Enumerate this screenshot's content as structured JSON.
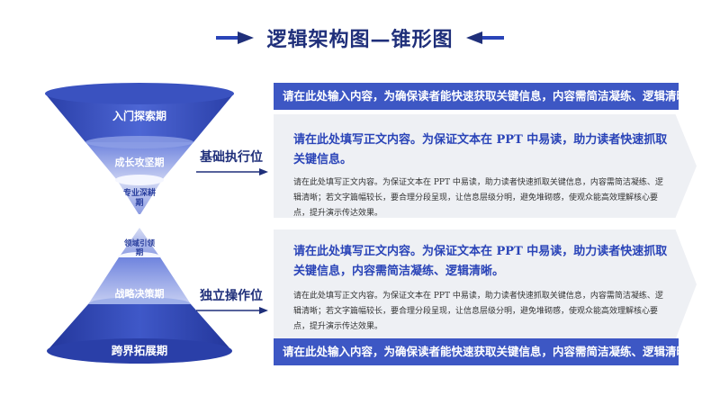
{
  "title": "逻辑架构图—锥形图",
  "colors": {
    "primary": "#1f2f7a",
    "accent": "#3d57c4",
    "card_bg": "#eef0f4"
  },
  "hourglass": {
    "stages": [
      "入门探索期",
      "成长攻坚期",
      "专业深耕期",
      "领域引领期",
      "战略决策期",
      "跨界拓展期"
    ]
  },
  "side_labels": {
    "upper": "基础执行位",
    "lower": "独立操作位"
  },
  "upper_block": {
    "banner": "请在此处输入内容，为确保读者能快速获取关键信息，内容需简洁凝练、逻辑清晰。",
    "heading": "请在此处填写正文内容。为保证文本在 PPT 中易读，助力读者快速抓取关键信息。",
    "body": "请在此处填写正文内容。为保证文本在 PPT 中易读，助力读者快速抓取关键信息，内容需简洁凝练、逻辑清晰；若文字篇幅较长，要合理分段呈现，让信息层级分明，避免堆砌感，使观众能高效理解核心要点，提升演示传达效果。"
  },
  "lower_block": {
    "heading": "请在此处填写正文内容。为保证文本在 PPT 中易读，助力读者快速抓取关键信息，内容需简洁凝练、逻辑清晰。",
    "body": "请在此处填写正文内容。为保证文本在 PPT 中易读，助力读者快速抓取关键信息，内容需简洁凝练、逻辑清晰；若文字篇幅较长，要合理分段呈现，让信息层级分明，避免堆砌感，使观众能高效理解核心要点，提升演示传达效果。",
    "banner": "请在此处输入内容，为确保读者能快速获取关键信息，内容需简洁凝练、逻辑清晰。"
  }
}
